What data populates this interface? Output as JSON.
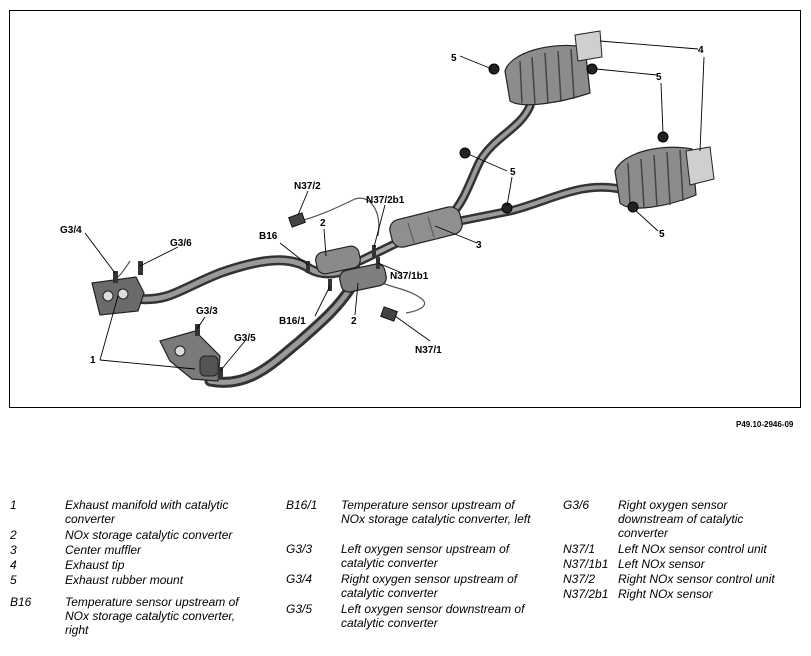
{
  "figure_ref": "P49.10-2946-09",
  "callouts": [
    "1",
    "2",
    "2",
    "3",
    "4",
    "5",
    "5",
    "5",
    "5",
    "5",
    "B16",
    "B16/1",
    "G3/3",
    "G3/4",
    "G3/5",
    "G3/6",
    "N37/1",
    "N37/1b1",
    "N37/2",
    "N37/2b1"
  ],
  "legend": {
    "columns": [
      [
        {
          "key": "1",
          "text": "Exhaust manifold with  catalytic converter"
        },
        {
          "key": "2",
          "text": "NOx storage catalytic converter"
        },
        {
          "key": "3",
          "text": "Center muffler"
        },
        {
          "key": "4",
          "text": "Exhaust tip"
        },
        {
          "key": "5",
          "text": "Exhaust rubber mount"
        },
        {
          "key": "B16",
          "text": "Temperature sensor upstream of NOx storage catalytic converter, right"
        }
      ],
      [
        {
          "key": "B16/1",
          "text": "Temperature sensor upstream of NOx storage catalytic converter, left"
        },
        {
          "key": "G3/3",
          "text": "Left oxygen sensor upstream of catalytic converter"
        },
        {
          "key": "G3/4",
          "text": "Right oxygen sensor upstream of catalytic converter"
        },
        {
          "key": "G3/5",
          "text": "Left oxygen sensor downstream of catalytic converter"
        }
      ],
      [
        {
          "key": "G3/6",
          "text": "Right oxygen sensor downstream of catalytic converter"
        },
        {
          "key": "N37/1",
          "text": "Left NOx sensor control unit"
        },
        {
          "key": "N37/1b1",
          "text": "Left NOx sensor"
        },
        {
          "key": "N37/2",
          "text": "Right NOx sensor control unit"
        },
        {
          "key": "N37/2b1",
          "text": "Right NOx sensor"
        }
      ]
    ]
  }
}
